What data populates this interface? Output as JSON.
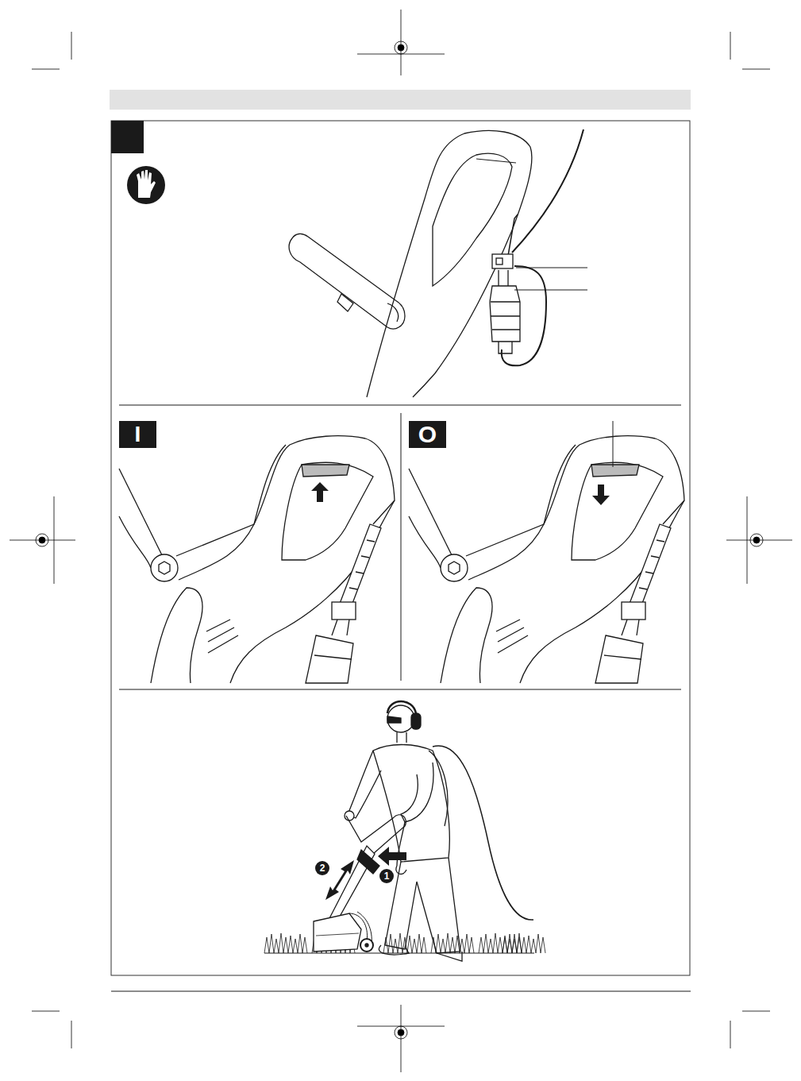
{
  "diagram": {
    "labels": [
      "I",
      "O",
      "2",
      "1"
    ]
  }
}
